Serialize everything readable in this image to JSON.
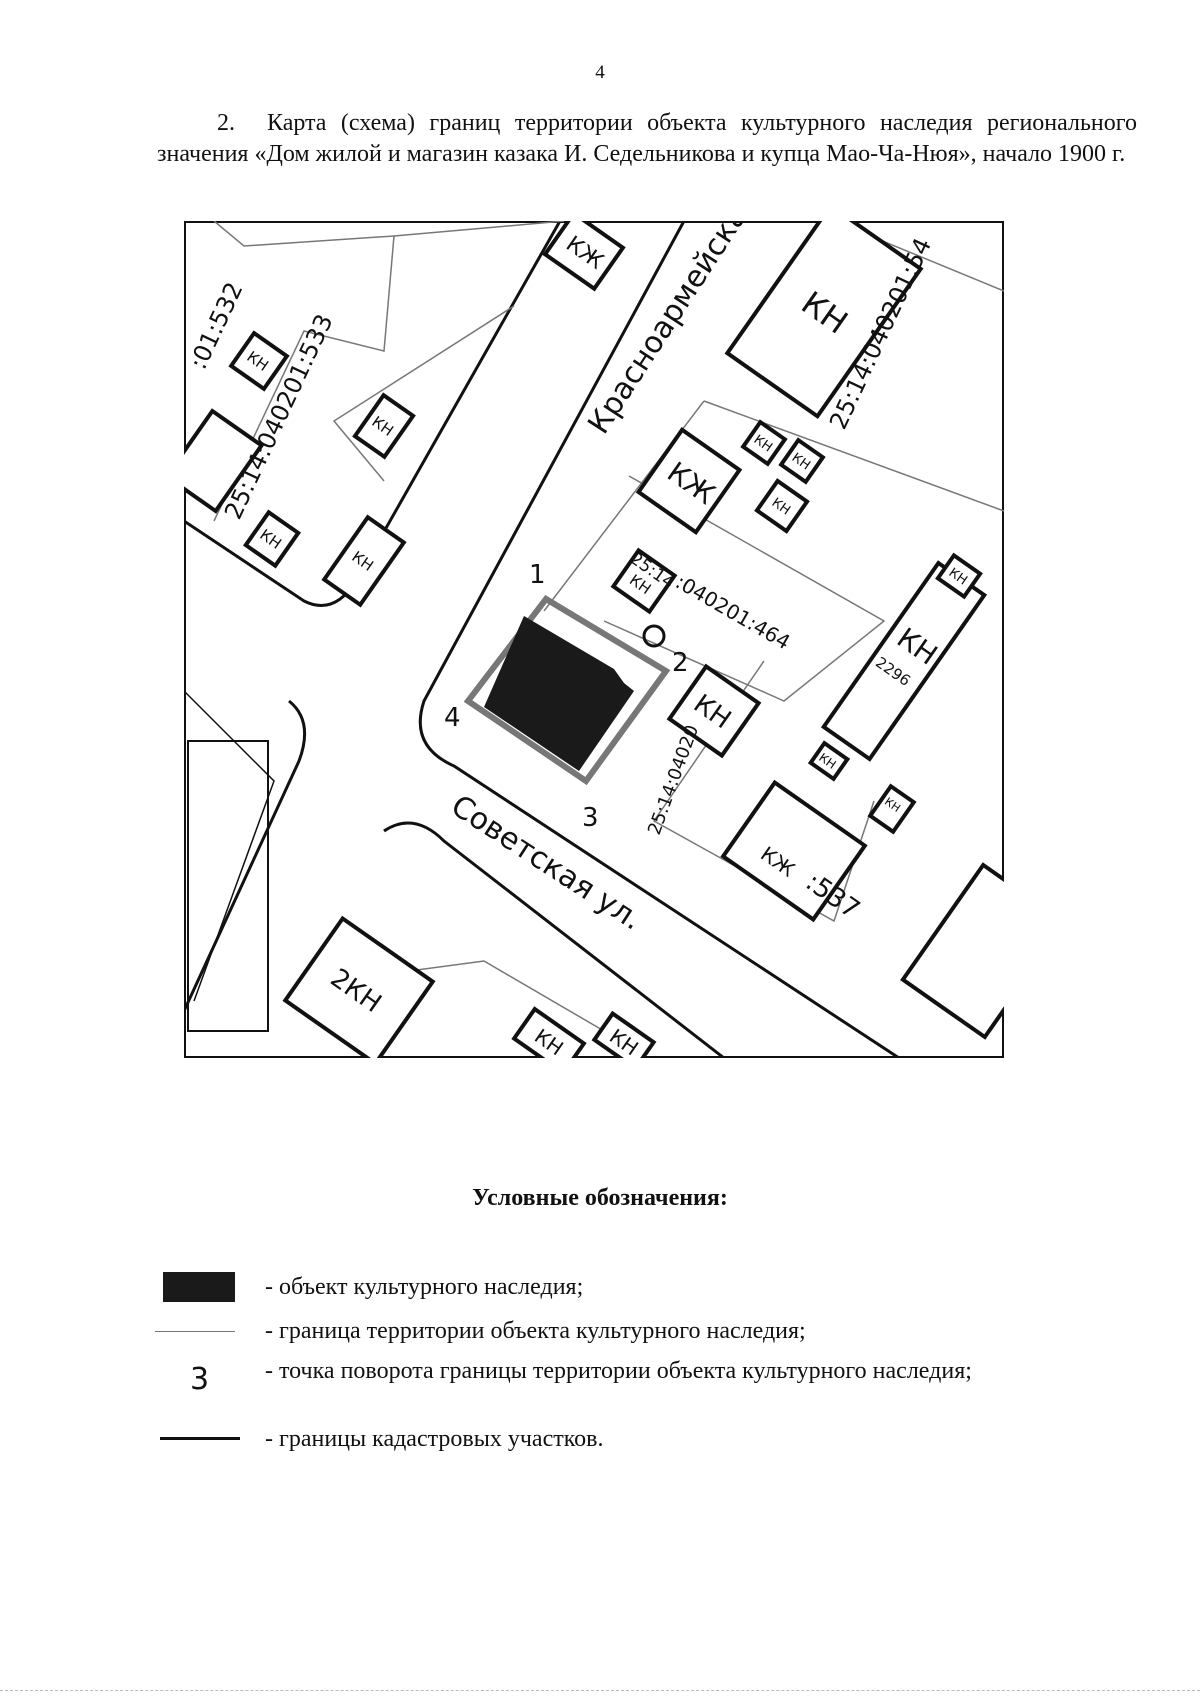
{
  "page_number": "4",
  "heading": {
    "number": "2.",
    "text": "Карта (схема) границ территории объекта культурного наследия регионального значения «Дом жилой и магазин казака И. Седельникова и купца Мао-Ча-Нюя», начало 1900 г."
  },
  "map": {
    "streets": {
      "krasnoarmeyskaya": "Красноармейская",
      "sovetskaya": "Советская ул."
    },
    "cadastral": {
      "p532": ":01:532",
      "p533": "25:14:040201:533",
      "p54": "25:14:040201:54",
      "p464a": "25:14",
      "p464b": ":040201:464",
      "p537": "25:14:04020",
      "p537b": ":537"
    },
    "buildings": {
      "kzh": "КЖ",
      "kn": "КН",
      "kn2": "2КН",
      "num2296": "2296"
    },
    "points": [
      "1",
      "2",
      "3",
      "4"
    ],
    "colors": {
      "object": "#1a1a1a",
      "line": "#111111",
      "boundary": "#777777"
    }
  },
  "legend": {
    "title": "Условные обозначения:",
    "items": [
      {
        "label": "- объект культурного наследия;"
      },
      {
        "label": "- граница территории объекта культурного наследия;"
      },
      {
        "symbol": "3",
        "label": "- точка поворота границы территории объекта культурного наследия;"
      },
      {
        "label": "- границы кадастровых участков."
      }
    ]
  }
}
